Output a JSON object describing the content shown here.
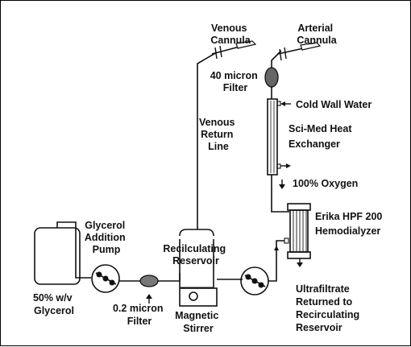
{
  "labels": {
    "venous_cannula": [
      "Venous",
      "Cannula"
    ],
    "arterial_cannula": [
      "Arterial",
      "Cannula"
    ],
    "filter_40": [
      "40 micron",
      "Filter"
    ],
    "cold_wall_water": [
      "Cold Wall Water"
    ],
    "heat_exchanger": [
      "Sci-Med Heat",
      "Exchanger"
    ],
    "venous_return_line": [
      "Venous",
      "Return",
      "Line"
    ],
    "oxygen": [
      "100% Oxygen"
    ],
    "hemodialyzer": [
      "Erika HPF 200",
      "Hemodialyzer"
    ],
    "glycerol_pump": [
      "Glycerol",
      "Addition",
      "Pump"
    ],
    "reservoir": [
      "Recilculating",
      "Reservoir"
    ],
    "glycerol": [
      "50% w/v",
      "Glycerol"
    ],
    "filter_02": [
      "0.2 micron",
      "Filter"
    ],
    "magnetic_stirrer": [
      "Magnetic",
      "Stirrer"
    ],
    "ultrafiltrate": [
      "Ultrafiltrate",
      "Returned to",
      "Recirculating",
      "Reservoir"
    ]
  }
}
